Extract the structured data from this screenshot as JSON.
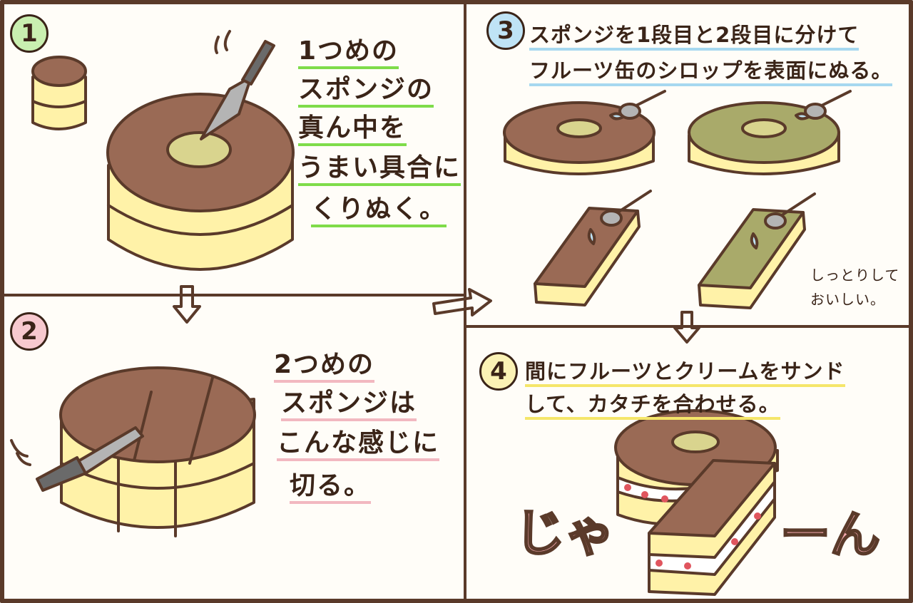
{
  "panel1": {
    "badge": "1",
    "lines": [
      "1つめの",
      "スポンジの",
      "真ん中を",
      "うまい具合に",
      "くりぬく。"
    ]
  },
  "panel2": {
    "badge": "2",
    "lines": [
      "2つめの",
      "スポンジは",
      "こんな感じに",
      "切る。"
    ]
  },
  "panel3": {
    "badge": "3",
    "lines": [
      "スポンジを1段目と2段目に分けて",
      "フルーツ缶のシロップを表面にぬる。"
    ],
    "note": [
      "しっとりして",
      "おいしい。"
    ]
  },
  "panel4": {
    "badge": "4",
    "lines": [
      "間にフルーツとクリームをサンド",
      "して、カタチを合わせる。"
    ],
    "sfx_left": "じゃ",
    "sfx_right": "ーん"
  },
  "colors": {
    "outline": "#5a3a2a",
    "chocolate": "#9a6a55",
    "matcha": "#a9aa6a",
    "sponge": "#fff2a8",
    "steel": "#a8a8a8",
    "green_badge": "#c9efb0",
    "pink_badge": "#f7c9cf",
    "blue_badge": "#bfe3f5",
    "yellow_badge": "#fbf2b5"
  }
}
